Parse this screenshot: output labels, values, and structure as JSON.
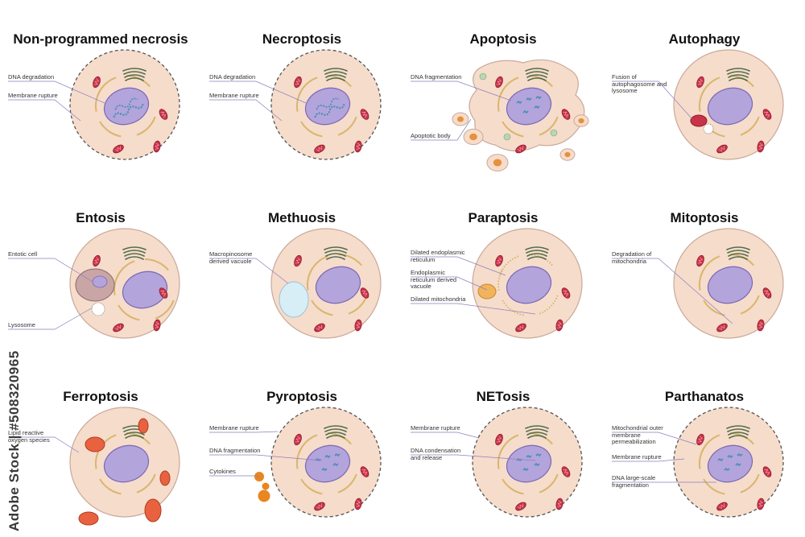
{
  "panels": [
    {
      "title": "Non-programmed necrosis",
      "labels": [
        "DNA degradation",
        "Membrane rupture"
      ]
    },
    {
      "title": "Necroptosis",
      "labels": [
        "DNA degradation",
        "Membrane rupture"
      ]
    },
    {
      "title": "Apoptosis",
      "labels": [
        "DNA fragmentation",
        "Apoptotic body"
      ]
    },
    {
      "title": "Autophagy",
      "labels": [
        "Fusion of autophagosome and lysosome"
      ]
    },
    {
      "title": "Entosis",
      "labels": [
        "Entotic cell",
        "Lysosome"
      ]
    },
    {
      "title": "Methuosis",
      "labels": [
        "Macropinosome derived vacuole"
      ]
    },
    {
      "title": "Paraptosis",
      "labels": [
        "Dilated endoplasmic reticulum",
        "Endoplasmic reticulum derived vacuole",
        "Dilated mitochondria"
      ]
    },
    {
      "title": "Mitoptosis",
      "labels": [
        "Degradation of mitochondria"
      ]
    },
    {
      "title": "Ferroptosis",
      "labels": [
        "Lipid reactive oxygen species"
      ]
    },
    {
      "title": "Pyroptosis",
      "labels": [
        "Membrane rupture",
        "DNA fragmentation",
        "Cytokines"
      ]
    },
    {
      "title": "NETosis",
      "labels": [
        "Membrane rupture",
        "DNA condensation and release"
      ]
    },
    {
      "title": "Parthanatos",
      "labels": [
        "Mitochondrial outer membrane permeabilization",
        "Membrane rupture",
        "DNA large-scale fragmentation"
      ]
    }
  ],
  "watermark": "Adobe Stock | #508320965",
  "colors": {
    "cytoplasm": "#f6dccb",
    "membrane": "#c9a99a",
    "nucleus": "#b3a4dc",
    "nucleus_border": "#7a68b3",
    "mitochondria": "#c8334a",
    "golgi": "#4f6b4a",
    "er": "#d9b66c",
    "vacuole": "#d8eef6"
  }
}
